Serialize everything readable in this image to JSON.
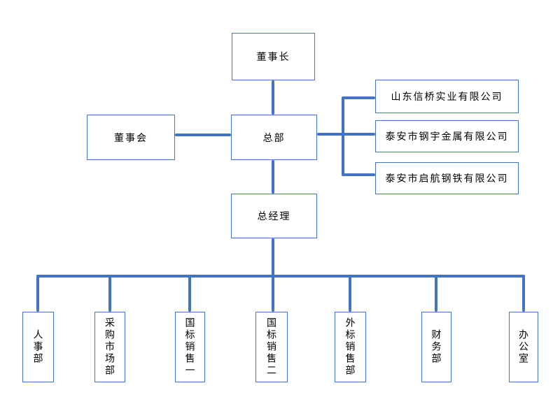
{
  "org_chart": {
    "title": "company-organization-chart",
    "nodes": {
      "chairman": "董事长",
      "board": "董事会",
      "headquarters": "总部",
      "general_manager": "总经理"
    },
    "subsidiaries": [
      "山东信桥实业有限公司",
      "泰安市钢宇金属有限公司",
      "泰安市启航钢铁有限公司"
    ],
    "departments": [
      "人事部",
      "采购市场部",
      "国标销售一",
      "国标销售二",
      "外标销售部",
      "财务部",
      "办公室"
    ],
    "colors": {
      "connector": "#4472C4",
      "node_border": "#4472C4",
      "background": "#ffffff",
      "text": "#000000"
    }
  }
}
